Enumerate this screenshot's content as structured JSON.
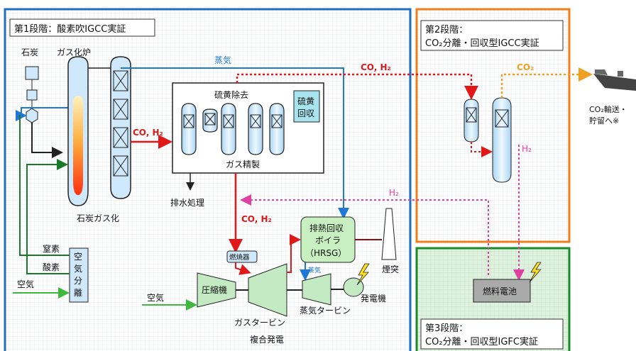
{
  "stage1": {
    "title": "第1段階：酸素吹IGCC実証"
  },
  "stage2": {
    "title_line1": "第2段階：",
    "title_line2": "CO₂分離・回収型IGCC実証"
  },
  "stage3": {
    "title_line1": "第3段階：",
    "title_line2": "CO₂分離・回収型IGFC実証"
  },
  "labels": {
    "coal": "石炭",
    "gasifier": "ガス化炉",
    "coal_gasification": "石炭ガス化",
    "steam_top": "蒸気",
    "co_h2_top": "CO, H₂",
    "co_h2_mid": "CO, H₂",
    "co_h2_low": "CO, H₂",
    "sulfur_removal": "硫黄除去",
    "sulfur_recovery_1": "硫黄",
    "sulfur_recovery_2": "回収",
    "gas_cleaning": "ガス精製",
    "wastewater": "排水処理",
    "nitrogen": "窒素",
    "oxygen": "酸素",
    "air_left": "空気",
    "asu_1": "空",
    "asu_2": "気",
    "asu_3": "分",
    "asu_4": "離",
    "air_comp": "空気",
    "compressor": "圧縮機",
    "combustor": "燃焼器",
    "gas_turbine": "ガスタービン",
    "steam_small": "蒸気",
    "steam_turbine": "蒸気タービン",
    "generator": "発電機",
    "hrsg_1": "排熱回収",
    "hrsg_2": "ボイラ",
    "hrsg_3": "（HRSG）",
    "chimney": "煙突",
    "combined_cycle": "複合発電",
    "co2": "CO₂",
    "h2_right": "H₂",
    "h2_mid": "H₂",
    "co2_transport_1": "CO₂輸送・",
    "co2_transport_2": "貯留へ※",
    "fuel_cell": "燃料電池"
  },
  "colors": {
    "stage1_border": "#1f6fc0",
    "stage2_border": "#f07d18",
    "stage3_border": "#1a8a2a",
    "stage3_fill": "#dff2df",
    "syngas": "#e01818",
    "steam": "#1f78d8",
    "h2": "#e040a0",
    "co2": "#f0a020",
    "air": "#40b840",
    "gas": "#1a7a2a",
    "vessel": "#cfe8fb",
    "hrsg": "#c8efc0",
    "turbine": "#c4eac4"
  }
}
